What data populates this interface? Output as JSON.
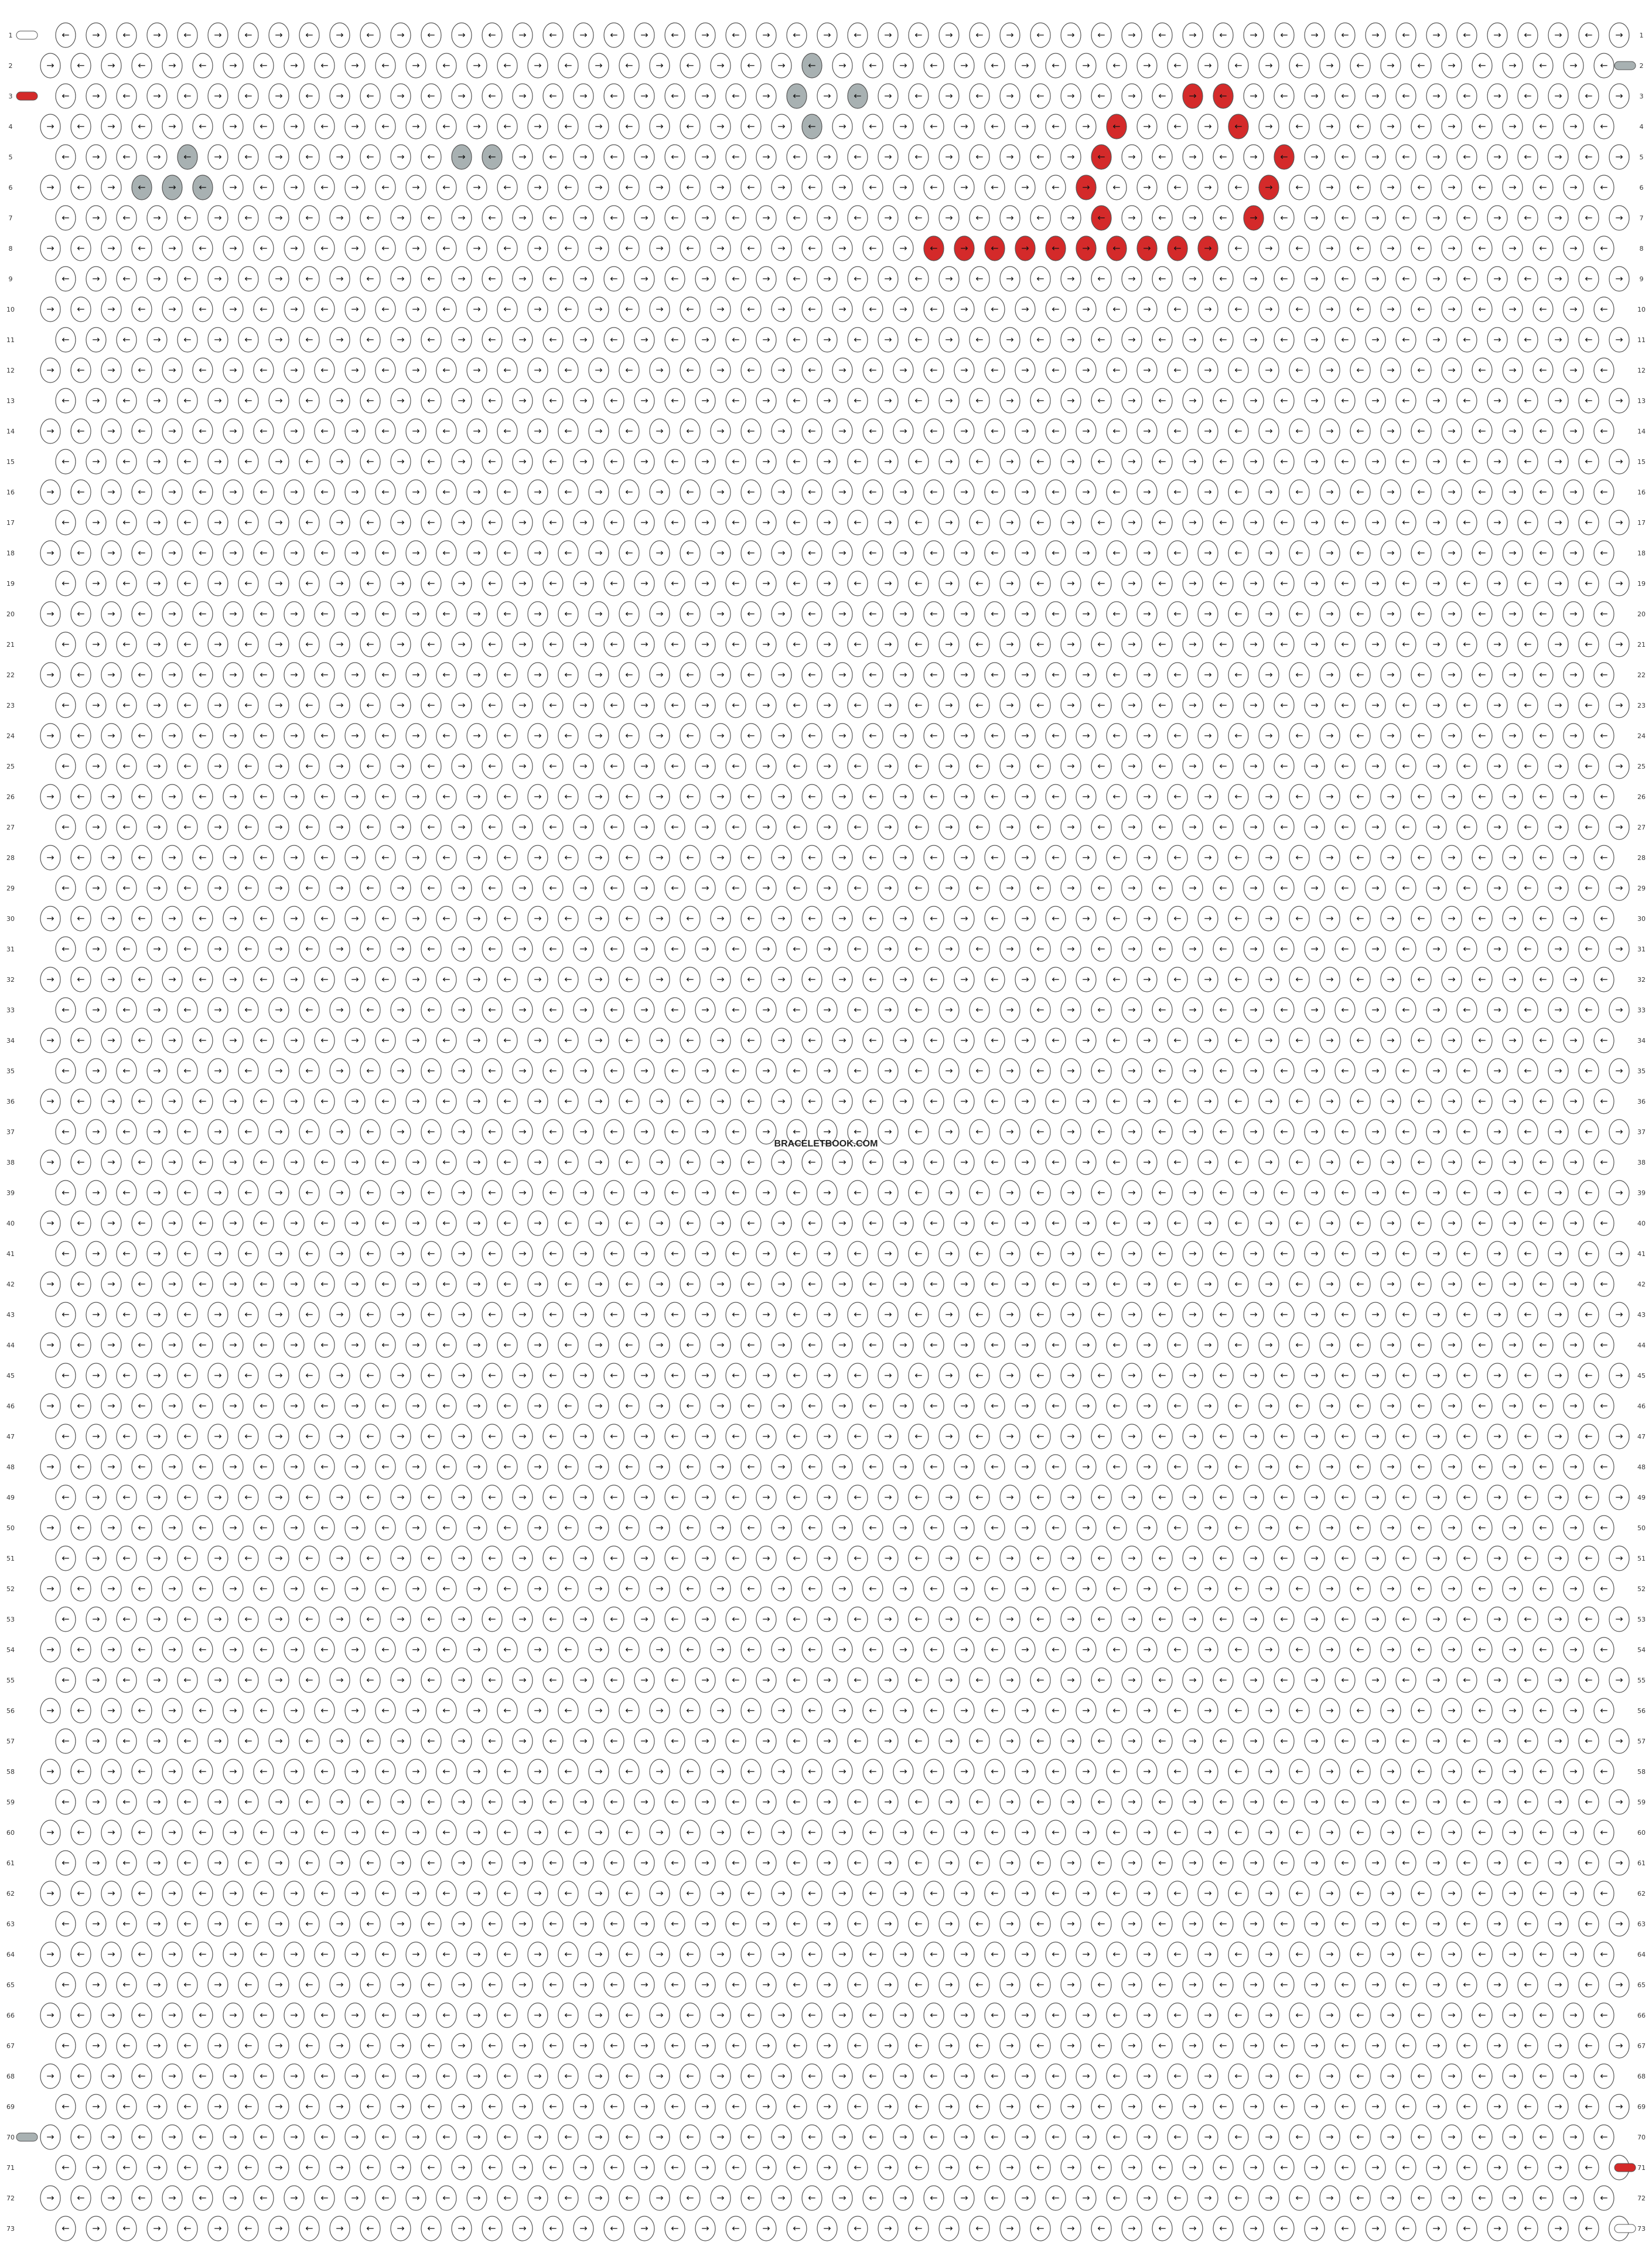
{
  "pattern": {
    "row_count": 73,
    "knot_columns": 53,
    "strand_count": 107,
    "watermark": "BRACELETBOOK.COM",
    "colors": {
      "background": "#ffffff",
      "knot_default": "#ffffff",
      "knot_outline": "#555555",
      "red": "#d42a2a",
      "gray": "#a8b1b2"
    },
    "icons": {
      "arrow_right": "arrow-right-icon",
      "arrow_left": "arrow-left-icon",
      "strand_end": "strand-end-icon"
    },
    "row_labels": [
      "1",
      "2",
      "3",
      "4",
      "5",
      "6",
      "7",
      "8",
      "9",
      "10",
      "11",
      "12",
      "13",
      "14",
      "15",
      "16",
      "17",
      "18",
      "19",
      "20",
      "21",
      "22",
      "23",
      "24",
      "25",
      "26",
      "27",
      "28",
      "29",
      "30",
      "31",
      "32",
      "33",
      "34",
      "35",
      "36",
      "37",
      "38",
      "39",
      "40",
      "41",
      "42",
      "43",
      "44",
      "45",
      "46",
      "47",
      "48",
      "49",
      "50",
      "51",
      "52",
      "53",
      "54",
      "55",
      "56",
      "57",
      "58",
      "59",
      "60",
      "61",
      "62",
      "63",
      "64",
      "65",
      "66",
      "67",
      "68",
      "69",
      "70",
      "71",
      "72",
      "73"
    ],
    "left_strand_colors": {
      "3": "red",
      "70": "gray"
    },
    "right_strand_colors": {
      "2": "gray",
      "71": "red"
    },
    "red_knots_sample": [
      [
        3,
        37
      ],
      [
        3,
        38
      ],
      [
        4,
        35
      ],
      [
        4,
        39
      ],
      [
        5,
        34
      ],
      [
        5,
        40
      ],
      [
        6,
        34
      ],
      [
        6,
        40
      ],
      [
        7,
        34
      ],
      [
        7,
        39
      ],
      [
        8,
        29
      ],
      [
        8,
        30
      ],
      [
        8,
        31
      ],
      [
        8,
        32
      ],
      [
        8,
        33
      ],
      [
        8,
        34
      ],
      [
        8,
        35
      ],
      [
        8,
        36
      ],
      [
        8,
        37
      ],
      [
        8,
        38
      ]
    ],
    "gray_knots_sample": [
      [
        2,
        25
      ],
      [
        3,
        24
      ],
      [
        3,
        26
      ],
      [
        4,
        25
      ],
      [
        5,
        4
      ],
      [
        5,
        13
      ],
      [
        5,
        14
      ],
      [
        6,
        3
      ],
      [
        6,
        4
      ],
      [
        6,
        5
      ]
    ]
  }
}
